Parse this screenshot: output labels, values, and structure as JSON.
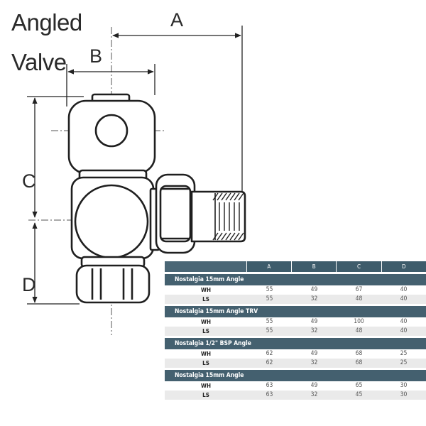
{
  "title": {
    "line1": "Angled",
    "line2": "Valve"
  },
  "dimensions": {
    "a": "A",
    "b": "B",
    "c": "C",
    "d": "D"
  },
  "table": {
    "headers": [
      "A",
      "B",
      "C",
      "D"
    ],
    "groups": [
      {
        "name": "Nostalgia 15mm Angle",
        "rows": [
          {
            "label": "WH",
            "values": [
              "55",
              "49",
              "67",
              "40"
            ]
          },
          {
            "label": "LS",
            "values": [
              "55",
              "32",
              "48",
              "40"
            ]
          }
        ]
      },
      {
        "name": "Nostalgia 15mm Angle TRV",
        "rows": [
          {
            "label": "WH",
            "values": [
              "55",
              "49",
              "100",
              "40"
            ]
          },
          {
            "label": "LS",
            "values": [
              "55",
              "32",
              "48",
              "40"
            ]
          }
        ]
      },
      {
        "name": "Nostalgia 1/2\" BSP Angle",
        "rows": [
          {
            "label": "WH",
            "values": [
              "62",
              "49",
              "68",
              "25"
            ]
          },
          {
            "label": "LS",
            "values": [
              "62",
              "32",
              "68",
              "25"
            ]
          }
        ]
      },
      {
        "name": "Nostalgia 15mm Angle",
        "rows": [
          {
            "label": "WH",
            "values": [
              "63",
              "49",
              "65",
              "30"
            ]
          },
          {
            "label": "LS",
            "values": [
              "63",
              "32",
              "45",
              "30"
            ]
          }
        ]
      }
    ]
  }
}
